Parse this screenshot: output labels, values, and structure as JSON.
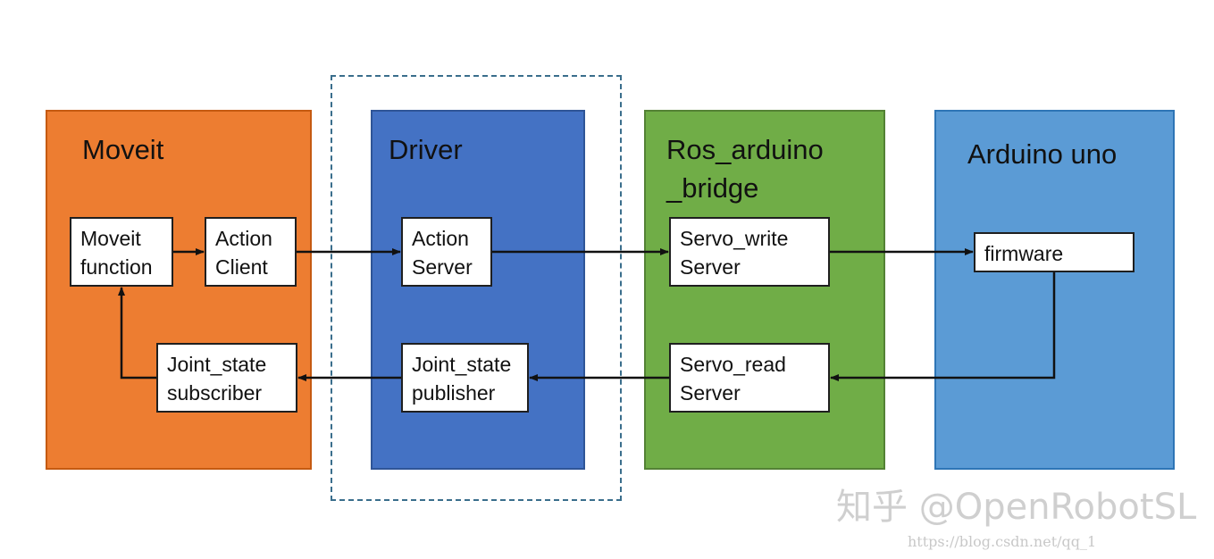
{
  "panels": {
    "moveit": {
      "title": "Moveit",
      "color": "#ed7d31",
      "border": "#c55a11"
    },
    "driver": {
      "title": "Driver",
      "color": "#4472c4",
      "border": "#2f5597"
    },
    "bridge": {
      "title": "Ros_arduino\n_bridge",
      "color": "#70ad47",
      "border": "#548235"
    },
    "arduino": {
      "title": "Arduino uno",
      "color": "#5b9bd5",
      "border": "#2e75b6"
    }
  },
  "nodes": {
    "moveit_function": "Moveit\nfunction",
    "action_client": "Action\nClient",
    "joint_state_subscriber": "Joint_state\nsubscriber",
    "action_server": "Action\nServer",
    "joint_state_publisher": "Joint_state\npublisher",
    "servo_write_server": "Servo_write\nServer",
    "servo_read_server": "Servo_read\nServer",
    "firmware": "firmware"
  },
  "watermark": {
    "text": "知乎 @OpenRobotSL",
    "url": "https://blog.csdn.net/qq_1"
  }
}
